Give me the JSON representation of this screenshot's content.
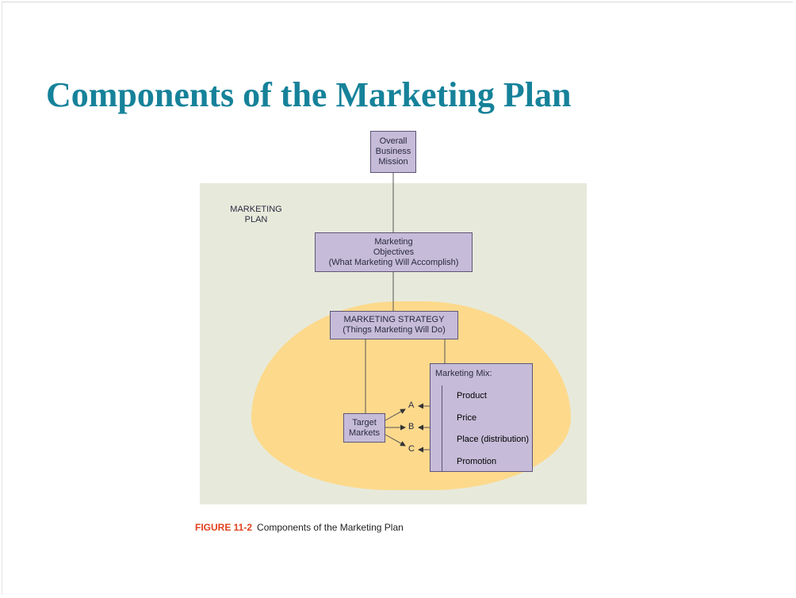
{
  "slide": {
    "title": "Components of the Marketing Plan"
  },
  "diagram": {
    "overall_mission": [
      "Overall",
      "Business",
      "Mission"
    ],
    "plan_label": [
      "MARKETING",
      "PLAN"
    ],
    "objectives": [
      "Marketing",
      "Objectives",
      "(What Marketing Will Accomplish)"
    ],
    "strategy": [
      "MARKETING STRATEGY",
      "(Things Marketing Will Do)"
    ],
    "target_markets": [
      "Target",
      "Markets"
    ],
    "mix_title": "Marketing Mix:",
    "mix_items": [
      "Product",
      "Price",
      "Place (distribution)",
      "Promotion"
    ],
    "letters": [
      "A",
      "B",
      "C"
    ]
  },
  "caption": {
    "figure_number": "FIGURE 11-2",
    "text": "Components of the Marketing Plan"
  },
  "colors": {
    "title": "#16829a",
    "panel": "#e7eadb",
    "oval": "#fdd98c",
    "box": "#c6bcd9",
    "figure_number": "#e0401c"
  }
}
